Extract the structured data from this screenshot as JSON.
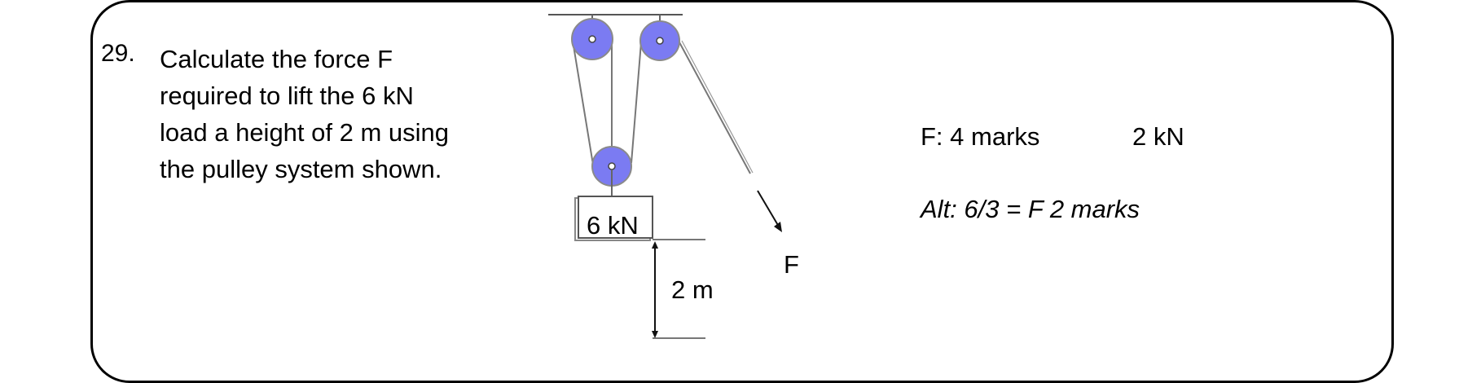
{
  "question": {
    "number": "29.",
    "lines": [
      "Calculate the force F",
      "required to lift the 6 kN",
      "load a height of 2 m using",
      "the pulley system shown."
    ]
  },
  "diagram": {
    "load_label": "6 kN",
    "height_label": "2 m",
    "force_label": "F",
    "pulley_color": "#7b7bf2"
  },
  "answers": {
    "marks_label": "F: 4 marks",
    "result": "2 kN",
    "alternative": "Alt: 6/3 = F 2 marks"
  }
}
